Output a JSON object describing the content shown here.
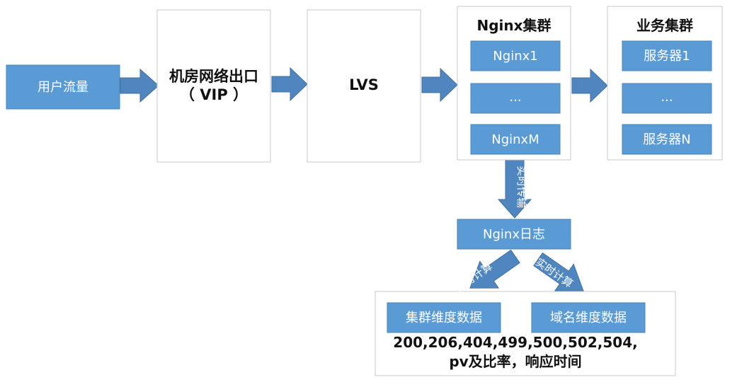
{
  "nodes": {
    "user_traffic": "用户流量",
    "datacenter_exit_line1": "机房网络出口",
    "datacenter_exit_line2": "（ VIP ）",
    "lvs": "LVS",
    "nginx_cluster_title": "Nginx集群",
    "nginx_items": [
      "Nginx1",
      "...",
      "NginxM"
    ],
    "service_cluster_title": "业务集群",
    "service_items": [
      "服务器1",
      "...",
      "服务器N"
    ],
    "nginx_logs": "Nginx日志",
    "cluster_dimension_data": "集群维度数据",
    "domain_dimension_data": "域名维度数据"
  },
  "edge_labels": {
    "realtime_transfer": "实时传输",
    "realtime_compute_left": "实时计算",
    "realtime_compute_right": "实时计算"
  },
  "result_text": {
    "line1": "200,206,404,499,500,502,504,",
    "line2": "pv及比率，响应时间"
  },
  "colors": {
    "box_blue": "#5b9bd5",
    "arrow_blue": "#4f86bf",
    "panel_border": "#c9c9c9"
  }
}
